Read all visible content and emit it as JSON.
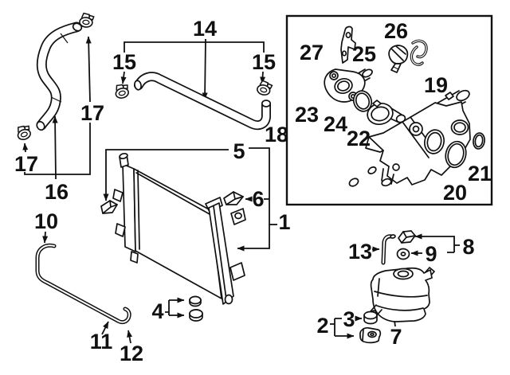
{
  "diagram": {
    "kind": "automotive-cooling-system-parts-diagram",
    "ink_color": "#111111",
    "background_color": "#ffffff",
    "callouts": {
      "radiator": "1",
      "reservoir_bracket": "2",
      "reservoir_plug": "3",
      "radiator_plugs": "4",
      "radiator_bracket": "5",
      "radiator_cap": "6",
      "reservoir_tank": "7",
      "reservoir_cap": "8",
      "reservoir_grommet": "9",
      "overflow_hose_top": "10",
      "overflow_hose": "11",
      "overflow_hose_end": "12",
      "reservoir_hose": "13",
      "upper_hose": "14",
      "upper_hose_clamp_left": "15",
      "upper_hose_clamp_right": "15",
      "lower_hose": "16",
      "lower_hose_clamp_top": "17",
      "lower_hose_clamp_bottom": "17",
      "thermostat_assembly": "18",
      "thermostat_housing": "19",
      "oring_large": "20",
      "oring_small": "21",
      "thermostat": "22",
      "water_outlet": "23",
      "outlet_gasket": "24",
      "temp_sensor": "25",
      "sensor_clip": "26",
      "mounting_bracket": "27"
    }
  }
}
